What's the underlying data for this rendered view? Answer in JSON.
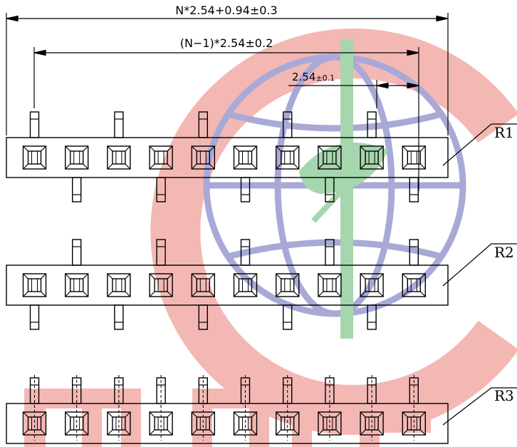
{
  "dimensions": {
    "overall": "N*2.54+0.94±0.3",
    "pitch_span": "(N−1)*2.54±0.2",
    "pitch_main": "2.54",
    "pitch_tol": "±0.1"
  },
  "rows": [
    {
      "label": "R1",
      "pins_top": [
        0,
        2,
        4,
        6,
        8
      ],
      "pins_bottom": [
        1,
        3,
        5,
        7,
        9
      ],
      "pin_style": "solid"
    },
    {
      "label": "R2",
      "pins_top": [
        1,
        3,
        5,
        7,
        9
      ],
      "pins_bottom": [
        0,
        2,
        4,
        6,
        8
      ],
      "pin_style": "solid"
    },
    {
      "label": "R3",
      "pins_top": [
        0,
        1,
        2,
        3,
        4,
        5,
        6,
        7,
        8,
        9
      ],
      "pins_bottom": [],
      "pin_style": "dashed"
    }
  ],
  "positions": 10,
  "watermark": {
    "c_color": "#f4b8b4",
    "globe_color": "#a9a9d8",
    "leaf_color": "#a6d6ad",
    "letters_color": "#f4b8b4"
  }
}
